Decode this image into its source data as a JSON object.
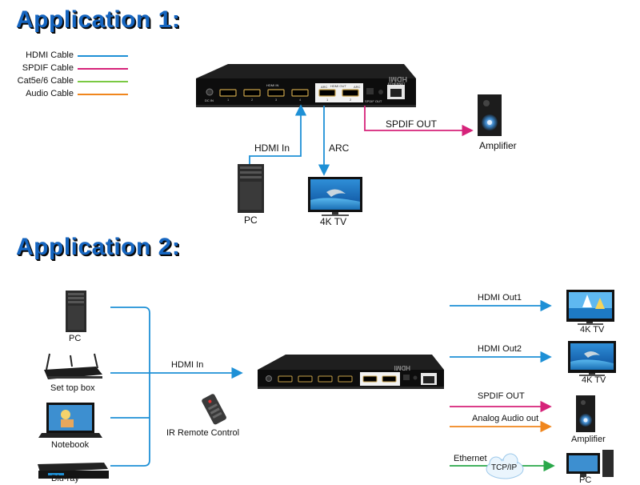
{
  "app1": {
    "title": "Application 1:",
    "legend": [
      {
        "label": "HDMI Cable",
        "color": "#1e90d6"
      },
      {
        "label": "SPDIF Cable",
        "color": "#d6237a"
      },
      {
        "label": "Cat5e/6 Cable",
        "color": "#7ac943"
      },
      {
        "label": "Audio Cable",
        "color": "#f0861d"
      }
    ],
    "device": {
      "hdmi_in": "HDMI IN",
      "hdmi_out": "HDMI OUT",
      "spdif": "SPDIF OUT",
      "ethernet": "ETHERNET",
      "dcin": "DC IN",
      "logo": "HDMI",
      "in_ports": [
        "1",
        "2",
        "3",
        "4"
      ],
      "out_ports": [
        "1",
        "2"
      ],
      "arc": "ARC"
    },
    "pc_label": "PC",
    "hdmi_in_label": "HDMI  In",
    "arc_label": "ARC",
    "spdif_label": "SPDIF OUT",
    "amplifier_label": "Amplifier",
    "tv_label": "4K TV"
  },
  "app2": {
    "title": "Application 2:",
    "sources": [
      {
        "label": "PC"
      },
      {
        "label": "Set top box"
      },
      {
        "label": "Notebook"
      },
      {
        "label": "Blu-ray"
      }
    ],
    "hdmi_in_label": "HDMI  In",
    "remote_label": "IR Remote Control",
    "outputs": {
      "out1": "HDMI  Out1",
      "out2": "HDMI  Out2",
      "spdif": "SPDIF OUT",
      "analog": "Analog Audio out",
      "ethernet": "Ethernet",
      "tcpip": "TCP/IP"
    },
    "tv1_label": "4K TV",
    "tv2_label": "4K TV",
    "amplifier_label": "Amplifier",
    "pc_out_label": "PC"
  },
  "colors": {
    "hdmi": "#1e90d6",
    "spdif": "#d6237a",
    "cat": "#2aa84a",
    "audio": "#f0861d",
    "heading": "#1565c0"
  }
}
